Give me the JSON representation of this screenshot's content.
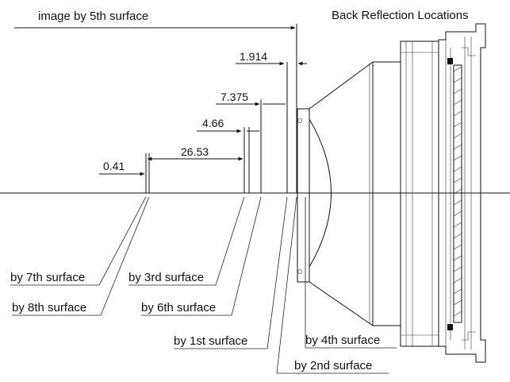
{
  "title": "Back Reflection Locations",
  "dimensions": {
    "fifth": "image by 5th surface",
    "d1": "1.914",
    "d2": "7.375",
    "d3": "4.66",
    "d4": "26.53",
    "d5": "0.41"
  },
  "callouts": {
    "s7": "by 7th surface",
    "s8": "by 8th surface",
    "s3": "by 3rd surface",
    "s6": "by 6th surface",
    "s1": "by 1st surface",
    "s4": "by 4th surface",
    "s2": "by 2nd surface"
  }
}
